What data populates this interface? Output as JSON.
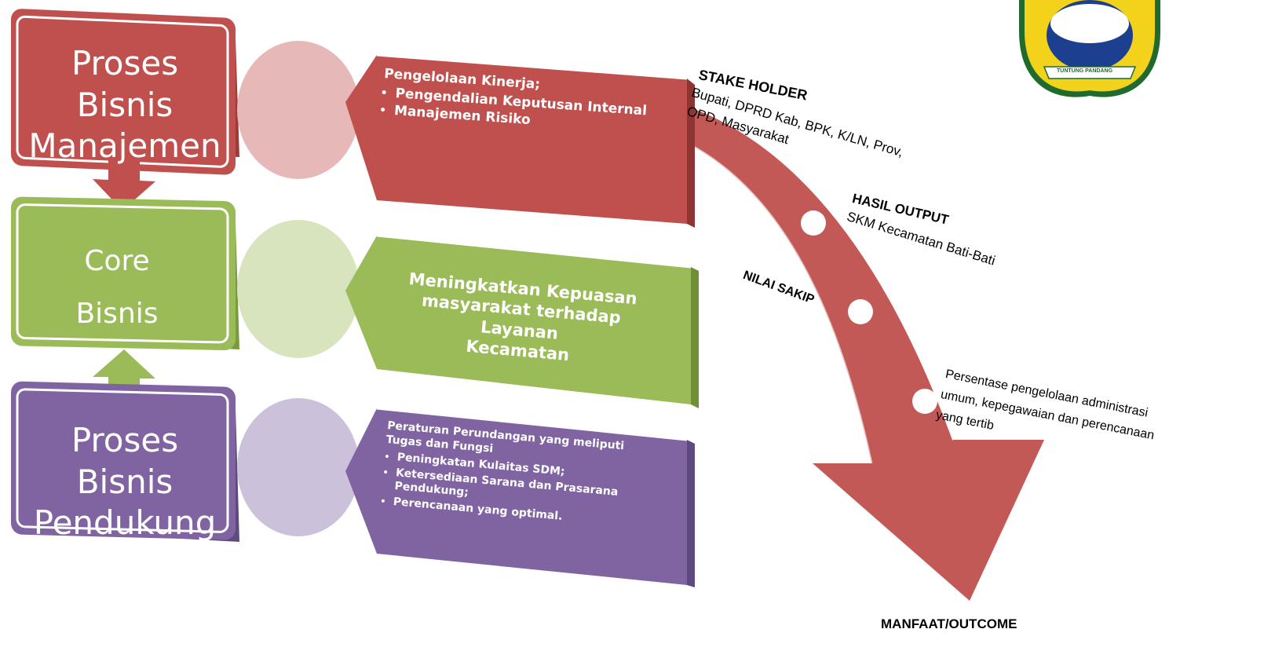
{
  "boxes": {
    "manajemen": {
      "line1": "Proses Bisnis",
      "line2": "Manajemen",
      "color": "#c0504d"
    },
    "core": {
      "line1": "Core",
      "line2": "Bisnis",
      "color": "#9bbb59"
    },
    "pendukung": {
      "line1": "Proses Bisnis",
      "line2": "Pendukung",
      "color": "#8064a2"
    }
  },
  "panels": {
    "manajemen": {
      "heading": "Pengelolaan Kinerja;",
      "bullets": [
        "Pengendalian  Keputusan Internal",
        "Manajemen Risiko"
      ]
    },
    "core": {
      "line1": "Meningkatkan Kepuasan",
      "line2": "masyarakat terhadap Layanan",
      "line3": "Kecamatan"
    },
    "pendukung": {
      "heading_line1": "Peraturan Perundangan yang meliputi",
      "heading_line2": "Tugas dan Fungsi",
      "bullets": [
        "Peningkatan Kulaitas SDM;",
        "Ketersediaan Sarana dan Prasarana Pendukung;",
        "Perencanaan yang optimal."
      ]
    }
  },
  "arrow": {
    "stake_holder_title": "STAKE HOLDER",
    "stake_holder_line1": "Bupati, DPRD Kab, BPK, K/LN, Prov,",
    "stake_holder_line2": "OPD, Masyarakat",
    "hasil_output_title": "HASIL OUTPUT",
    "hasil_output_text": "SKM Kecamatan Bati-Bati",
    "nilai_sakip": "NILAI SAKIP",
    "persentase_line1": "Persentase pengelolaan administrasi",
    "persentase_line2": "umum, kepegawaian dan perencanaan",
    "persentase_line3": "yang tertib",
    "manfaat": "MANFAAT/OUTCOME"
  },
  "logo": {
    "banner_text": "TUNTUNG PANDANG"
  }
}
